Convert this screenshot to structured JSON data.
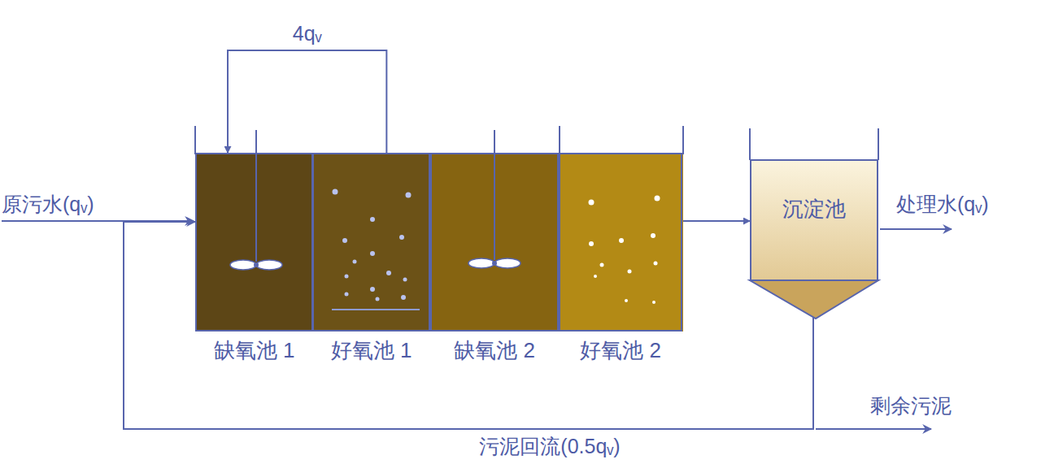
{
  "diagram": {
    "nodes": [
      {
        "text": [
          "缺氧池 1"
        ]
      },
      {
        "text": [
          "好氧池 1"
        ]
      },
      {
        "text": [
          "缺氧池 2"
        ]
      },
      {
        "text": [
          "好氧池 2"
        ]
      },
      {
        "text": [
          "沉淀池"
        ]
      }
    ],
    "edges": [
      {
        "from": 0,
        "to": 1,
        "arrow": "to"
      },
      {
        "from": 1,
        "to": 2,
        "arrow": "to"
      },
      {
        "from": 2,
        "to": 3,
        "arrow": "to"
      },
      {
        "from": 3,
        "to": 4,
        "arrow": "to"
      },
      {
        "from": 1,
        "to": 0,
        "label": "4qᵥ",
        "arrow": "to"
      },
      {
        "from": 4,
        "to": 0,
        "label": "污泥回流(0.5qᵥ)",
        "arrow": "to"
      }
    ],
    "labels": [
      "原污水(qᵥ)",
      "处理水(qᵥ)",
      "剩余污泥"
    ]
  }
}
